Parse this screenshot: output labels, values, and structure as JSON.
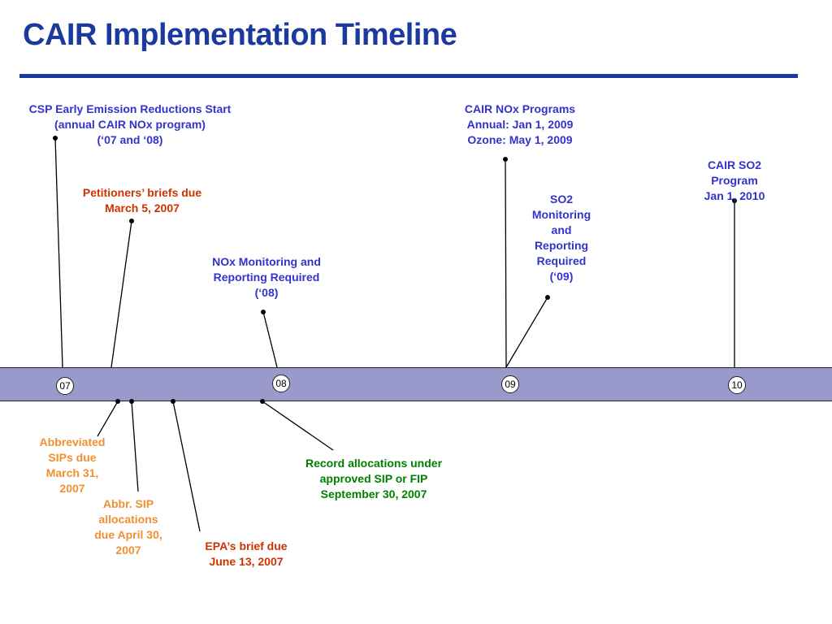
{
  "title": "CAIR Implementation Timeline",
  "colors": {
    "title": "#1b3a9e",
    "rule": "#1b3a9e",
    "band": "#9999cc",
    "blue_label": "#3333cc",
    "red_label": "#cc3300",
    "orange_label": "#f09030",
    "green_label": "#008000",
    "line": "#000000"
  },
  "years": [
    "07",
    "08",
    "09",
    "10"
  ],
  "labels_above": [
    {
      "id": "csp-early",
      "text": "CSP Early Emission Reductions Start\n(annual CAIR NOx program)\n(‘07 and ‘08)",
      "color": "blue"
    },
    {
      "id": "petitioners-briefs",
      "text": "Petitioners’ briefs due\nMarch 5, 2007",
      "color": "red"
    },
    {
      "id": "nox-monitoring",
      "text": "NOx Monitoring and\nReporting Required\n(‘08)",
      "color": "blue"
    },
    {
      "id": "cair-nox-programs",
      "text": "CAIR NOx Programs\nAnnual:  Jan 1, 2009\nOzone:  May 1, 2009",
      "color": "blue"
    },
    {
      "id": "so2-monitoring",
      "text": "SO2\nMonitoring\nand\nReporting\nRequired\n(‘09)",
      "color": "blue"
    },
    {
      "id": "cair-so2-program",
      "text": "CAIR SO2 Program\nJan 1, 2010",
      "color": "blue"
    }
  ],
  "labels_below": [
    {
      "id": "abbreviated-sips",
      "text": "Abbreviated\nSIPs due\nMarch 31,\n2007",
      "color": "orange"
    },
    {
      "id": "abbr-sip-allocations",
      "text": "Abbr. SIP\nallocations\ndue April 30,\n2007",
      "color": "orange"
    },
    {
      "id": "epa-brief",
      "text": "EPA’s brief due\nJune 13, 2007",
      "color": "red"
    },
    {
      "id": "record-allocations",
      "text": "Record allocations under\napproved SIP or FIP\nSeptember 30, 2007",
      "color": "green"
    }
  ]
}
